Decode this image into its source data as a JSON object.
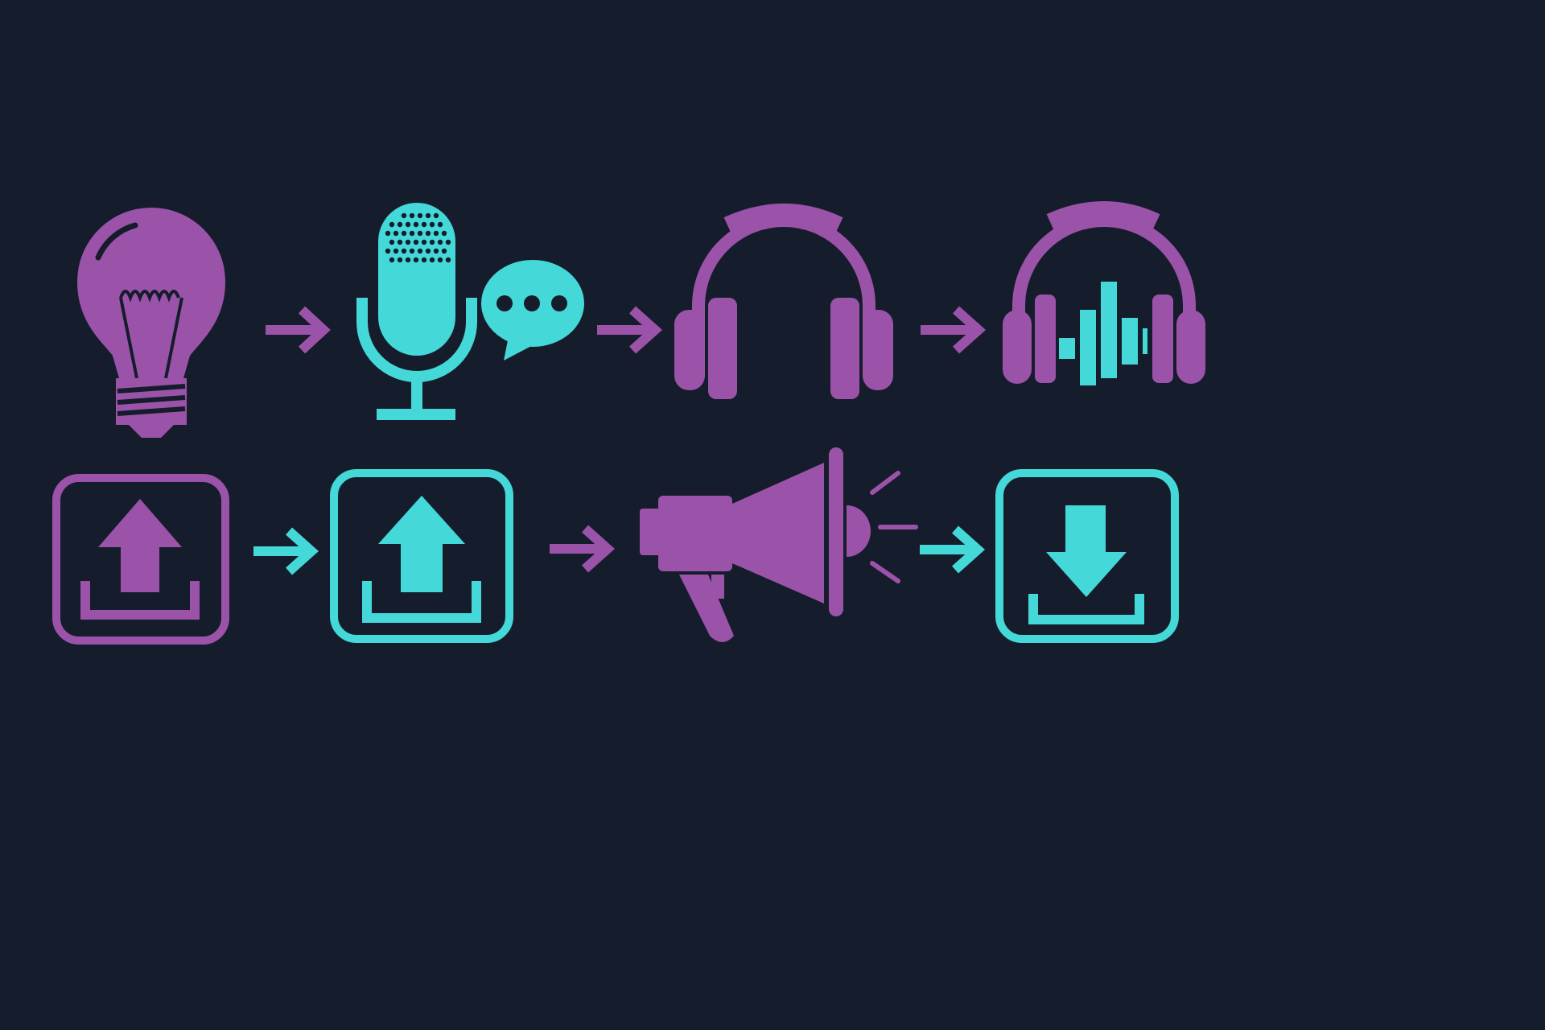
{
  "colors": {
    "background": "#151c2c",
    "purple": "#9b53a9",
    "teal": "#45d8d8"
  },
  "workflow": {
    "row_1": {
      "steps": [
        {
          "icon": "lightbulb-icon",
          "color": "purple"
        },
        {
          "icon": "microphone-icon",
          "color": "teal"
        },
        {
          "icon": "speech-bubble-icon",
          "color": "teal"
        },
        {
          "icon": "headphones-icon",
          "color": "purple"
        },
        {
          "icon": "headphones-waveform-icon",
          "color": "purple"
        }
      ],
      "connectors": [
        {
          "icon": "arrow-right-icon",
          "color": "purple"
        },
        {
          "icon": "arrow-right-icon",
          "color": "purple"
        },
        {
          "icon": "arrow-right-icon",
          "color": "purple"
        }
      ]
    },
    "row_2": {
      "steps": [
        {
          "icon": "upload-icon",
          "color": "purple"
        },
        {
          "icon": "upload-icon",
          "color": "teal"
        },
        {
          "icon": "megaphone-icon",
          "color": "purple"
        },
        {
          "icon": "download-icon",
          "color": "teal"
        }
      ],
      "connectors": [
        {
          "icon": "arrow-right-icon",
          "color": "teal"
        },
        {
          "icon": "arrow-right-icon",
          "color": "purple"
        },
        {
          "icon": "arrow-right-icon",
          "color": "teal"
        }
      ]
    }
  }
}
